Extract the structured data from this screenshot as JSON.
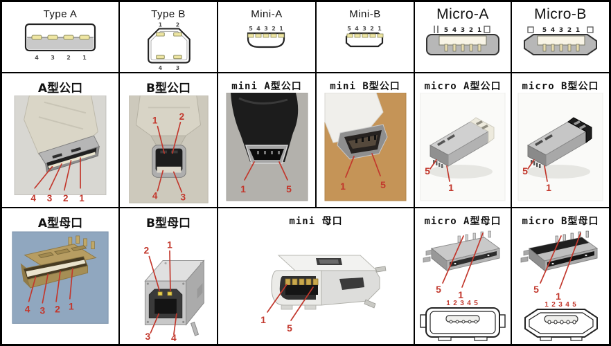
{
  "colors": {
    "annotation_red": "#c2372c",
    "pin_yellow": "#efe6a3",
    "table_border": "#000000"
  },
  "header_row": {
    "cells": [
      {
        "label": "Type A",
        "pins": [
          "4",
          "3",
          "2",
          "1"
        ]
      },
      {
        "label": "Type B",
        "pins_top": [
          "1",
          "2"
        ],
        "pins_bottom": [
          "4",
          "3"
        ]
      },
      {
        "label": "Mini-A",
        "pins": [
          "5",
          "4",
          "3",
          "2",
          "1"
        ]
      },
      {
        "label": "Mini-B",
        "pins": [
          "5",
          "4",
          "3",
          "2",
          "1"
        ]
      },
      {
        "label": "Micro-A",
        "pins": [
          "5",
          "4",
          "3",
          "2",
          "1"
        ]
      },
      {
        "label": "Micro-B",
        "pins": [
          "5",
          "4",
          "3",
          "2",
          "1"
        ]
      }
    ]
  },
  "male_row": {
    "cells": [
      {
        "label": "A型公口",
        "pins": [
          "4",
          "3",
          "2",
          "1"
        ]
      },
      {
        "label": "B型公口",
        "pins_top": [
          "1",
          "2"
        ],
        "pins_bottom": [
          "4",
          "3"
        ]
      },
      {
        "label": "mini A型公口",
        "pins": [
          "1",
          "5"
        ]
      },
      {
        "label": "mini B型公口",
        "pins": [
          "1",
          "5"
        ]
      },
      {
        "label": "micro A型公口",
        "pins": [
          "5",
          "1"
        ]
      },
      {
        "label": "micro B型公口",
        "pins": [
          "5",
          "1"
        ]
      }
    ]
  },
  "female_row": {
    "cells": [
      {
        "label": "A型母口",
        "pins": [
          "4",
          "3",
          "2",
          "1"
        ]
      },
      {
        "label": "B型母口",
        "pins_top": [
          "2",
          "1"
        ],
        "pins_bottom": [
          "3",
          "4"
        ]
      },
      {
        "label": "mini  母口",
        "pins": [
          "1",
          "5"
        ]
      },
      {
        "label": "micro A型母口",
        "pins": [
          "5",
          "1"
        ],
        "front_pins": [
          "1",
          "2",
          "3",
          "4",
          "5"
        ]
      },
      {
        "label": "micro B型母口",
        "pins": [
          "5",
          "1"
        ],
        "front_pins": [
          "1",
          "2",
          "3",
          "4",
          "5"
        ]
      }
    ]
  }
}
